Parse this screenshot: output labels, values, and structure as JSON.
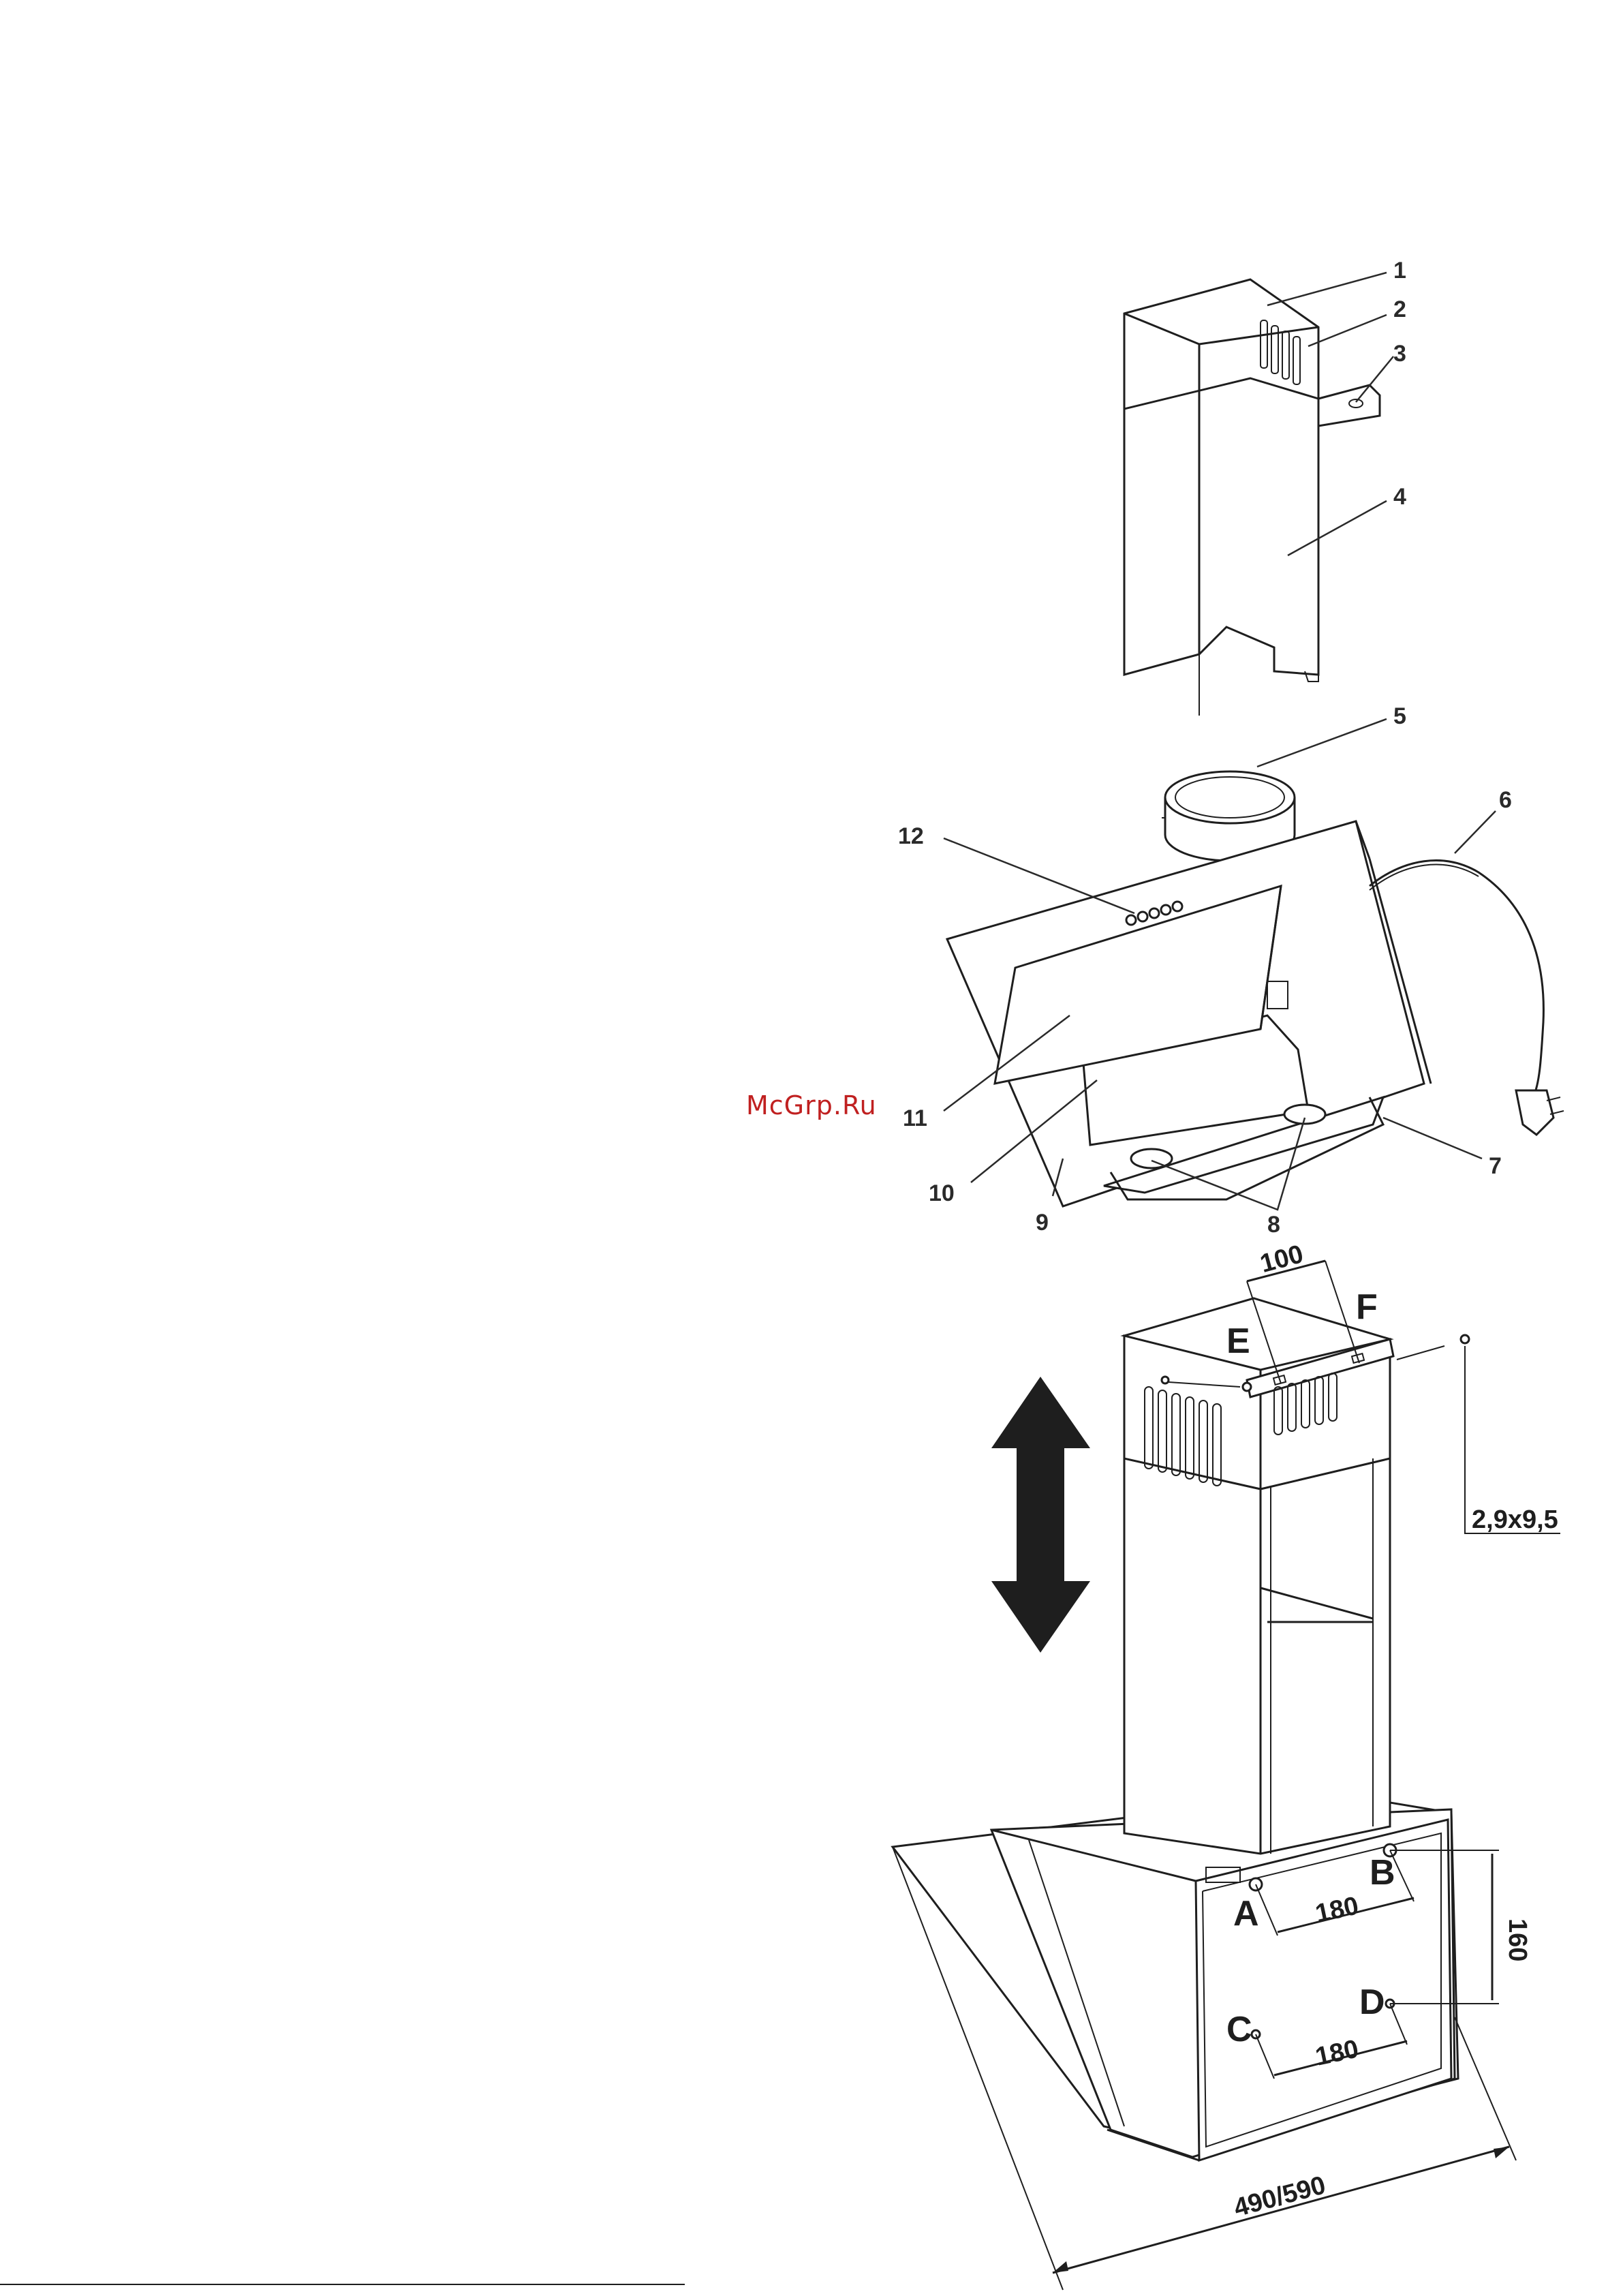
{
  "watermark": "McGrp.Ru",
  "exploded_view": {
    "callouts": [
      "1",
      "2",
      "3",
      "4",
      "5",
      "6",
      "7",
      "8",
      "9",
      "10",
      "11",
      "12"
    ]
  },
  "installation_view": {
    "points": {
      "a": "A",
      "b": "B",
      "c": "C",
      "d": "D",
      "e": "E",
      "f": "F"
    },
    "dimensions": {
      "top_spacing": "100",
      "upper_holes_spacing": "180",
      "lower_holes_spacing": "180",
      "vertical_spacing": "160",
      "width": "490/590"
    },
    "screw_size": "2,9x9,5"
  },
  "colors": {
    "line": "#1e1e1e",
    "watermark": "#c02020",
    "arrow": "#1e1e1e"
  }
}
